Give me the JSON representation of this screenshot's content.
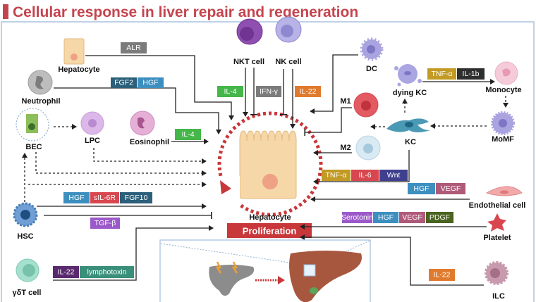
{
  "title": "Cellular response in liver repair and regeneration",
  "colors": {
    "title": "#c4444e",
    "proliferation": "#c8373a",
    "border": "#a9c3de"
  },
  "cells": {
    "hepatocyte_left": "Hepatocyte",
    "neutrophil": "Neutrophil",
    "bec": "BEC",
    "lpc": "LPC",
    "eosinophil": "Eosinophil",
    "hsc": "HSC",
    "gdt": "γδT cell",
    "nkt": "NKT cell",
    "nk": "NK cell",
    "dc": "DC",
    "m1": "M1",
    "m2": "M2",
    "kc": "KC",
    "dying_kc": "dying KC",
    "monocyte": "Monocyte",
    "momf": "MoMF",
    "endothelial": "Endothelial cell",
    "platelet": "Platelet",
    "ilc": "ILC",
    "hepatocyte_center": "Hepatocyte"
  },
  "proliferation": "Proliferation",
  "factors": {
    "alr": "ALR",
    "fgf2": "FGF2",
    "hgf_neutrophil": "HGF",
    "il4_nkt": "IL-4",
    "ifng": "IFN-γ",
    "il22_nk": "IL-22",
    "il4_eos": "IL-4",
    "tnfa_dying": "TNF-α",
    "il1b": "IL-1b",
    "tnfa_kc": "TNF-α",
    "il6": "IL-6",
    "wnt": "Wnt",
    "hgf_endo": "HGF",
    "vegf_endo": "VEGF",
    "serotonin": "Serotonin",
    "hgf_plt": "HGF",
    "vegf_plt": "VEGF",
    "pdgf": "PDGF",
    "il22_ilc": "IL-22",
    "hgf_hsc": "HGF",
    "sil6r": "sIL-6R",
    "fgf10": "FGF10",
    "tgfb": "TGF-β",
    "il22_gdt": "IL-22",
    "lymphotoxin": "lymphotoxin"
  }
}
